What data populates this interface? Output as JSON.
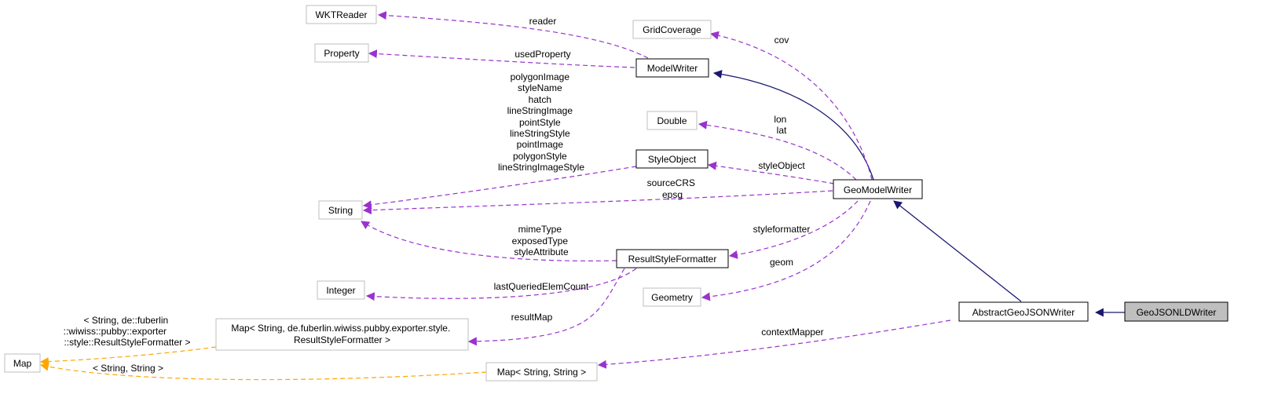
{
  "nodes": {
    "wktreader": "WKTReader",
    "gridcoverage": "GridCoverage",
    "property": "Property",
    "modelwriter": "ModelWriter",
    "double": "Double",
    "styleobject": "StyleObject",
    "string": "String",
    "geomodelwriter": "GeoModelWriter",
    "resultstyleformatter": "ResultStyleFormatter",
    "integer": "Integer",
    "geometry": "Geometry",
    "abstractgeojsonwriter": "AbstractGeoJSONWriter",
    "geojsonldwriter": "GeoJSONLDWriter",
    "map_formatter": [
      "Map< String, de.fuberlin.wiwiss.pubby.exporter.style.",
      "ResultStyleFormatter >"
    ],
    "map": "Map",
    "map_string": "Map< String, String >"
  },
  "edge_labels": {
    "reader": "reader",
    "usedproperty": "usedProperty",
    "cov": "cov",
    "lon_lat": [
      "lon",
      "lat"
    ],
    "styleobject": "styleObject",
    "string_from_styleobject": [
      "polygonImage",
      "styleName",
      "hatch",
      "lineStringImage",
      "pointStyle",
      "lineStringStyle",
      "pointImage",
      "polygonStyle",
      "lineStringImageStyle"
    ],
    "sourcecrs_epsg": [
      "sourceCRS",
      "epsg"
    ],
    "string_from_formatter": [
      "mimeType",
      "exposedType",
      "styleAttribute"
    ],
    "styleformatter": "styleformatter",
    "geom": "geom",
    "lastqueried": "lastQueriedElemCount",
    "resultmap": "resultMap",
    "contextmapper": "contextMapper",
    "tmpl_formatter": [
      "< String, de::fuberlin",
      "::wiwiss::pubby::exporter",
      "::style::ResultStyleFormatter >"
    ],
    "tmpl_string": "< String, String >"
  },
  "colors": {
    "inheritance": "#191970",
    "usage": "#9a32cd",
    "template": "#ffa500",
    "unlinked_border": "#bfbfbf",
    "focus_fill": "#bfbfbf"
  }
}
